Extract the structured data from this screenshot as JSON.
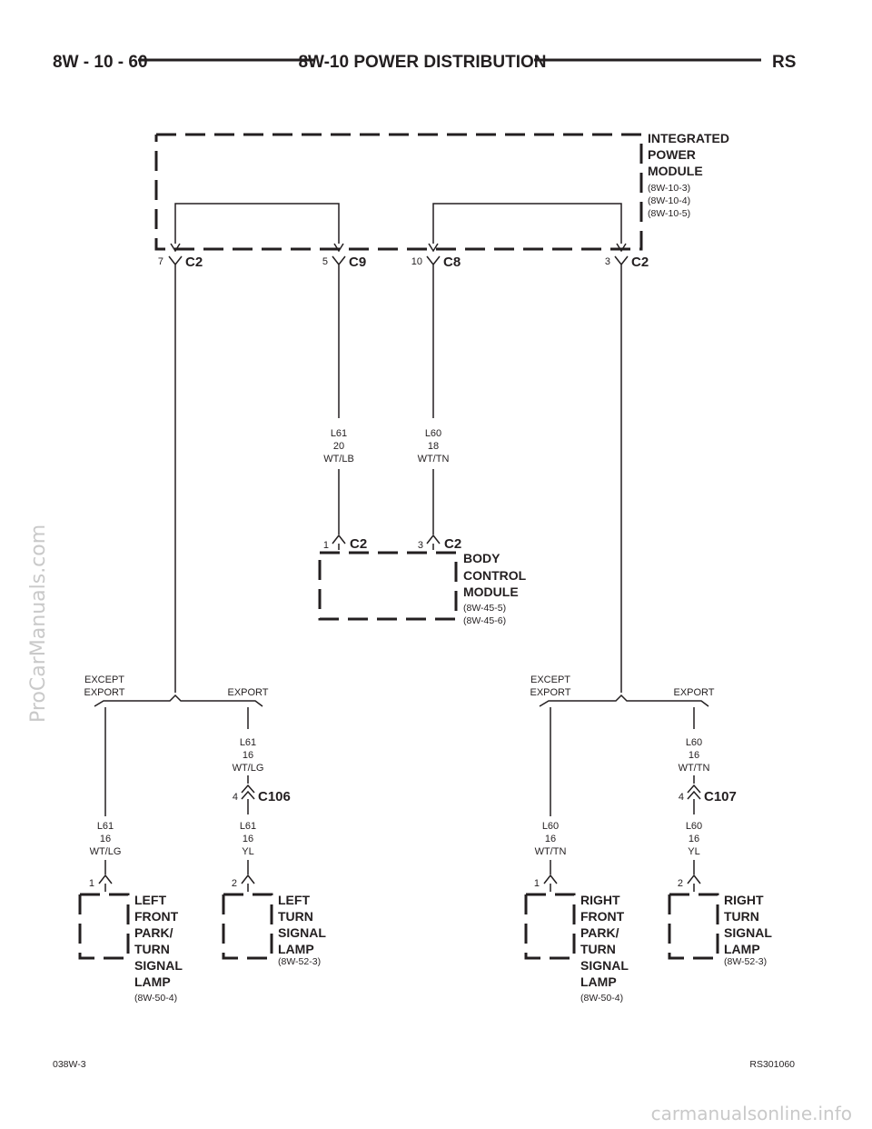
{
  "header": {
    "page_number": "8W - 10 - 60",
    "title": "8W-10 POWER DISTRIBUTION",
    "model": "RS"
  },
  "footer": {
    "left_code": "038W-3",
    "right_code": "RS301060"
  },
  "watermarks": {
    "side": "ProCarManuals.com",
    "bottom": "carmanualsonline.info"
  },
  "ipm": {
    "name_line1": "INTEGRATED",
    "name_line2": "POWER",
    "name_line3": "MODULE",
    "ref1": "(8W-10-3)",
    "ref2": "(8W-10-4)",
    "ref3": "(8W-10-5)",
    "pins": [
      {
        "pin": "7",
        "connector": "C2"
      },
      {
        "pin": "5",
        "connector": "C9"
      },
      {
        "pin": "10",
        "connector": "C8"
      },
      {
        "pin": "3",
        "connector": "C2"
      }
    ]
  },
  "bcm": {
    "name_line1": "BODY",
    "name_line2": "CONTROL",
    "name_line3": "MODULE",
    "ref1": "(8W-45-5)",
    "ref2": "(8W-45-6)",
    "pins": [
      {
        "pin": "1",
        "connector": "C2"
      },
      {
        "pin": "3",
        "connector": "C2"
      }
    ]
  },
  "wires": {
    "ipm_bcm_left": {
      "circuit": "L61",
      "gauge": "20",
      "color": "WT/LB"
    },
    "ipm_bcm_right": {
      "circuit": "L60",
      "gauge": "18",
      "color": "WT/TN"
    },
    "left_except": {
      "circuit": "L61",
      "gauge": "16",
      "color": "WT/LG"
    },
    "left_export_upper": {
      "circuit": "L61",
      "gauge": "16",
      "color": "WT/LG"
    },
    "left_export_lower": {
      "circuit": "L61",
      "gauge": "16",
      "color": "YL"
    },
    "right_except": {
      "circuit": "L60",
      "gauge": "16",
      "color": "WT/TN"
    },
    "right_export_upper": {
      "circuit": "L60",
      "gauge": "16",
      "color": "WT/TN"
    },
    "right_export_lower": {
      "circuit": "L60",
      "gauge": "16",
      "color": "YL"
    }
  },
  "splices": {
    "except_label_line1": "EXCEPT",
    "except_label_line2": "EXPORT",
    "export_label": "EXPORT"
  },
  "inline_connectors": [
    {
      "pin": "4",
      "connector": "C106"
    },
    {
      "pin": "4",
      "connector": "C107"
    }
  ],
  "lamps": [
    {
      "pin": "1",
      "lines": [
        "LEFT",
        "FRONT",
        "PARK/",
        "TURN",
        "SIGNAL",
        "LAMP"
      ],
      "ref": "(8W-50-4)"
    },
    {
      "pin": "2",
      "lines": [
        "LEFT",
        "TURN",
        "SIGNAL",
        "LAMP"
      ],
      "ref": "(8W-52-3)"
    },
    {
      "pin": "1",
      "lines": [
        "RIGHT",
        "FRONT",
        "PARK/",
        "TURN",
        "SIGNAL",
        "LAMP"
      ],
      "ref": "(8W-50-4)"
    },
    {
      "pin": "2",
      "lines": [
        "RIGHT",
        "TURN",
        "SIGNAL",
        "LAMP"
      ],
      "ref": "(8W-52-3)"
    }
  ]
}
